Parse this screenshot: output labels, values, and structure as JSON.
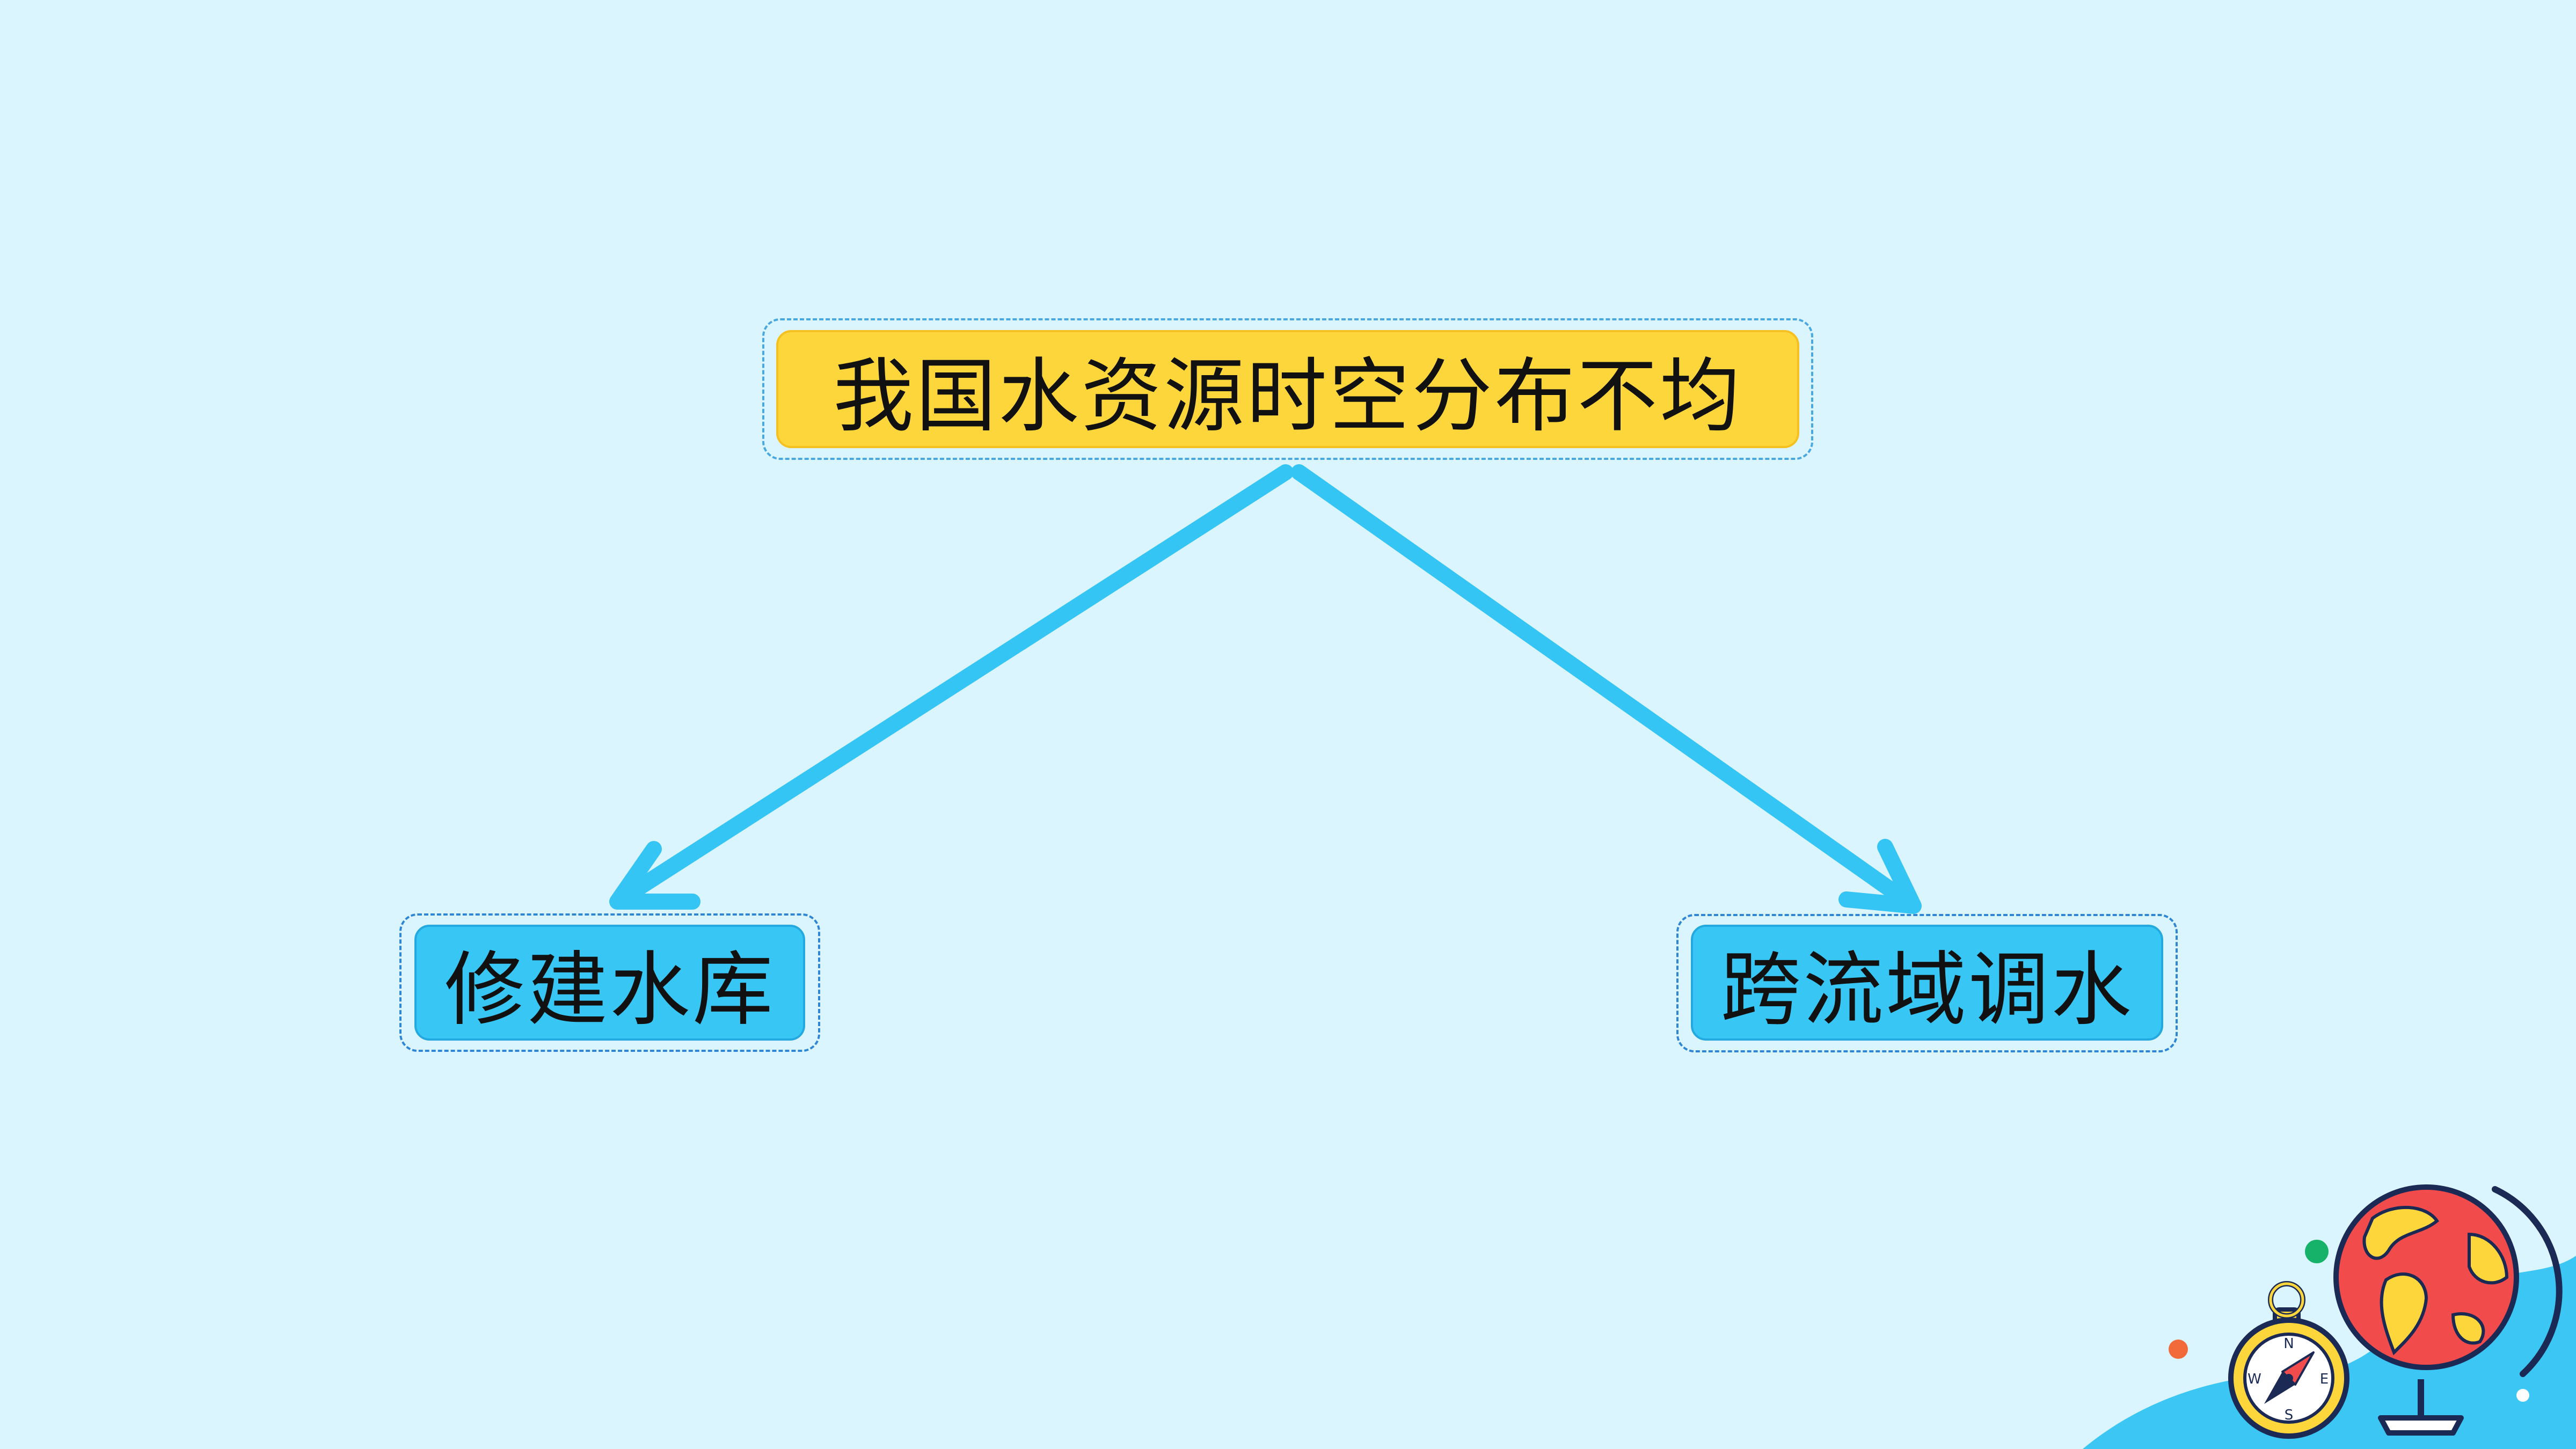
{
  "diagram": {
    "root": {
      "label": "我国水资源时空分布不均"
    },
    "children": [
      {
        "label": "修建水库"
      },
      {
        "label": "跨流域调水"
      }
    ]
  },
  "colors": {
    "background": "#dbf5fe",
    "root_fill": "#fdd63c",
    "child_fill": "#38c6f4",
    "arrow": "#35c5f5",
    "dashed_border": "#2e86d4"
  },
  "decoration": {
    "globe": "globe-icon",
    "compass": "compass-icon",
    "compass_letters": [
      "N",
      "E",
      "S",
      "W"
    ]
  }
}
